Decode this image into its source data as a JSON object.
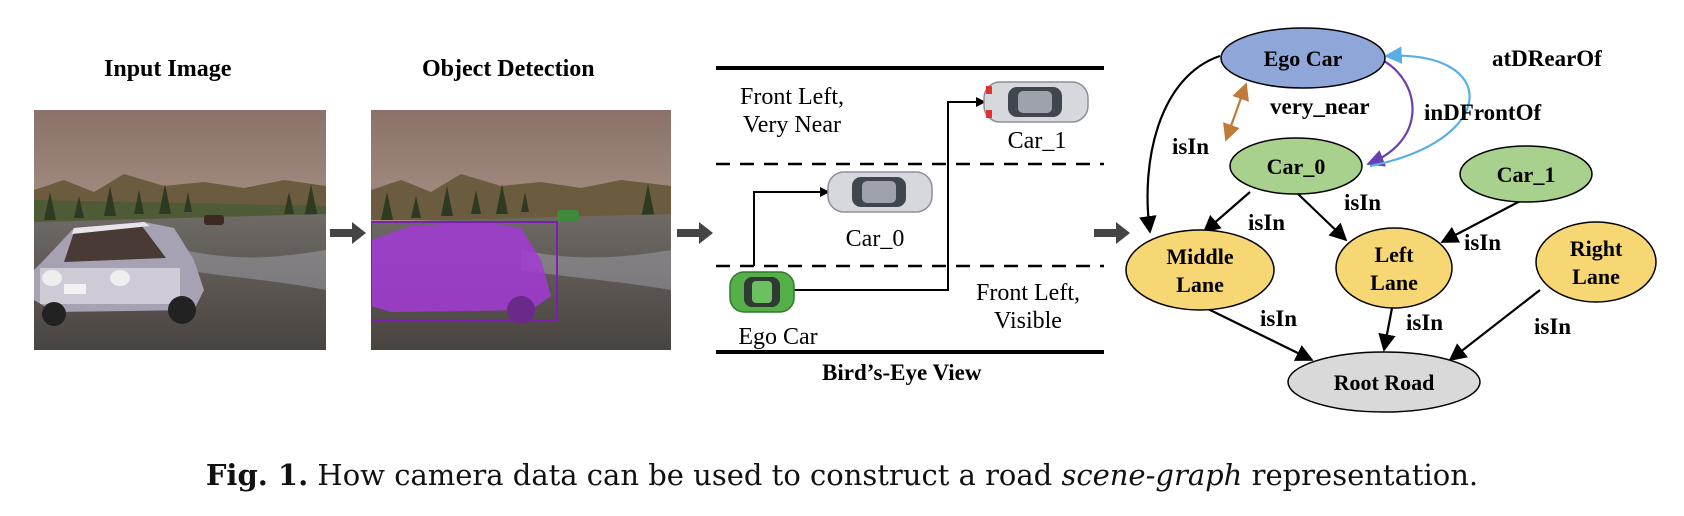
{
  "panels": {
    "input_title": "Input Image",
    "detection_title": "Object Detection",
    "bev_title": "Bird’s-Eye View"
  },
  "bev": {
    "front_left_near_1": "Front Left,",
    "front_left_near_2": "Very Near",
    "front_left_visible_1": "Front Left,",
    "front_left_visible_2": "Visible",
    "car_1": "Car_1",
    "car_0": "Car_0",
    "ego_car": "Ego Car"
  },
  "graph": {
    "nodes": {
      "ego_car": "Ego Car",
      "car_0": "Car_0",
      "car_1": "Car_1",
      "middle_lane_1": "Middle",
      "middle_lane_2": "Lane",
      "left_lane_1": "Left",
      "left_lane_2": "Lane",
      "right_lane_1": "Right",
      "right_lane_2": "Lane",
      "root_road": "Root Road"
    },
    "edges": {
      "ego_middle": "isIn",
      "ego_car0": "very_near",
      "ego_car0_front": "inDFrontOf",
      "car0_ego_rear": "atDRearOf",
      "car0_middle": "isIn",
      "car0_left": "isIn",
      "car1_left": "isIn",
      "middle_root": "isIn",
      "left_root": "isIn",
      "right_root": "isIn"
    },
    "colors": {
      "ego": "#8fa6d9",
      "car": "#a9d18e",
      "lane": "#f7d774",
      "root": "#d9d9d9",
      "very_near": "#c07a3a",
      "in_front": "#6a3fb0",
      "rear": "#5aaee6"
    }
  },
  "caption": {
    "label": "Fig. 1.",
    "text_before": "How camera data can be used to construct a road",
    "emphasis": "scene-graph",
    "text_after": "representation."
  }
}
